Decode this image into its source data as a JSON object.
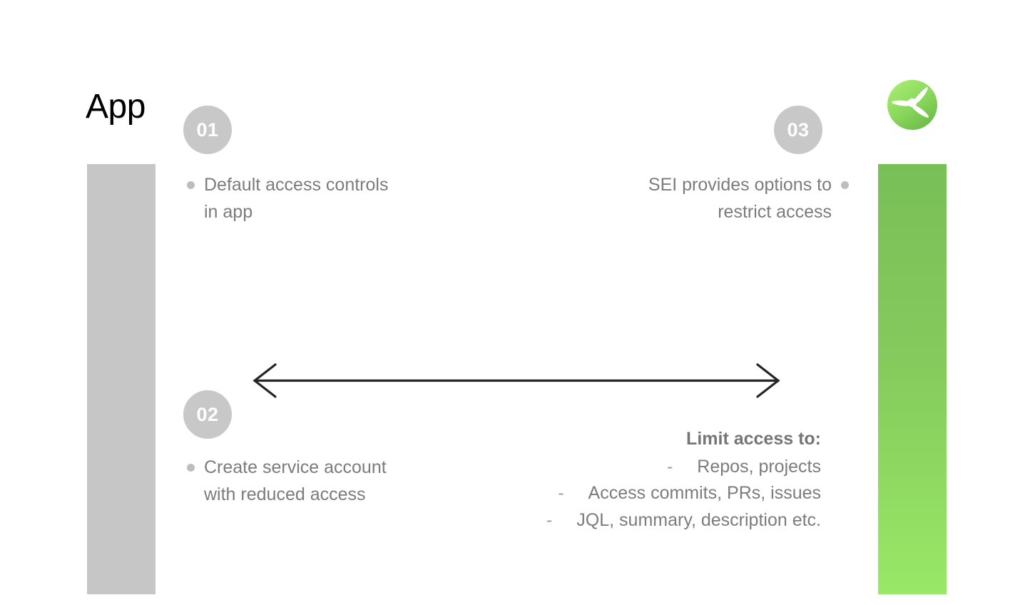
{
  "slide": {
    "title": "App",
    "background_color": "#ffffff"
  },
  "brand": {
    "logo_name": "propeller-logo",
    "logo_circle_gradient_from": "#a2e86a",
    "logo_circle_gradient_to": "#6cbb4a",
    "logo_mark_color": "#ffffff"
  },
  "bars": {
    "left": {
      "name": "app-column-bar",
      "color": "#c6c6c6"
    },
    "right": {
      "name": "sei-column-bar",
      "gradient_from": "#79bf58",
      "gradient_to": "#99e867"
    }
  },
  "steps": [
    {
      "number": "01",
      "badge_color": "#c8c8c8",
      "align": "left",
      "lines": [
        "Default access",
        "controls in app"
      ],
      "text": "Default access controls in app"
    },
    {
      "number": "02",
      "badge_color": "#c8c8c8",
      "align": "left",
      "lines": [
        "Create service",
        "account with",
        "reduced access"
      ],
      "text": "Create service account with reduced access"
    },
    {
      "number": "03",
      "badge_color": "#c8c8c8",
      "align": "right",
      "lines": [
        "SEI provides",
        "options to",
        "restrict access"
      ],
      "text": "SEI provides options to restrict access"
    }
  ],
  "arrow": {
    "name": "bidirectional-arrow",
    "color": "#252525",
    "direction": "both"
  },
  "limit_access": {
    "title": "Limit access to:",
    "dash": "-",
    "items": [
      "Repos, projects",
      "Access commits, PRs, issues",
      "JQL, summary, description etc."
    ]
  }
}
